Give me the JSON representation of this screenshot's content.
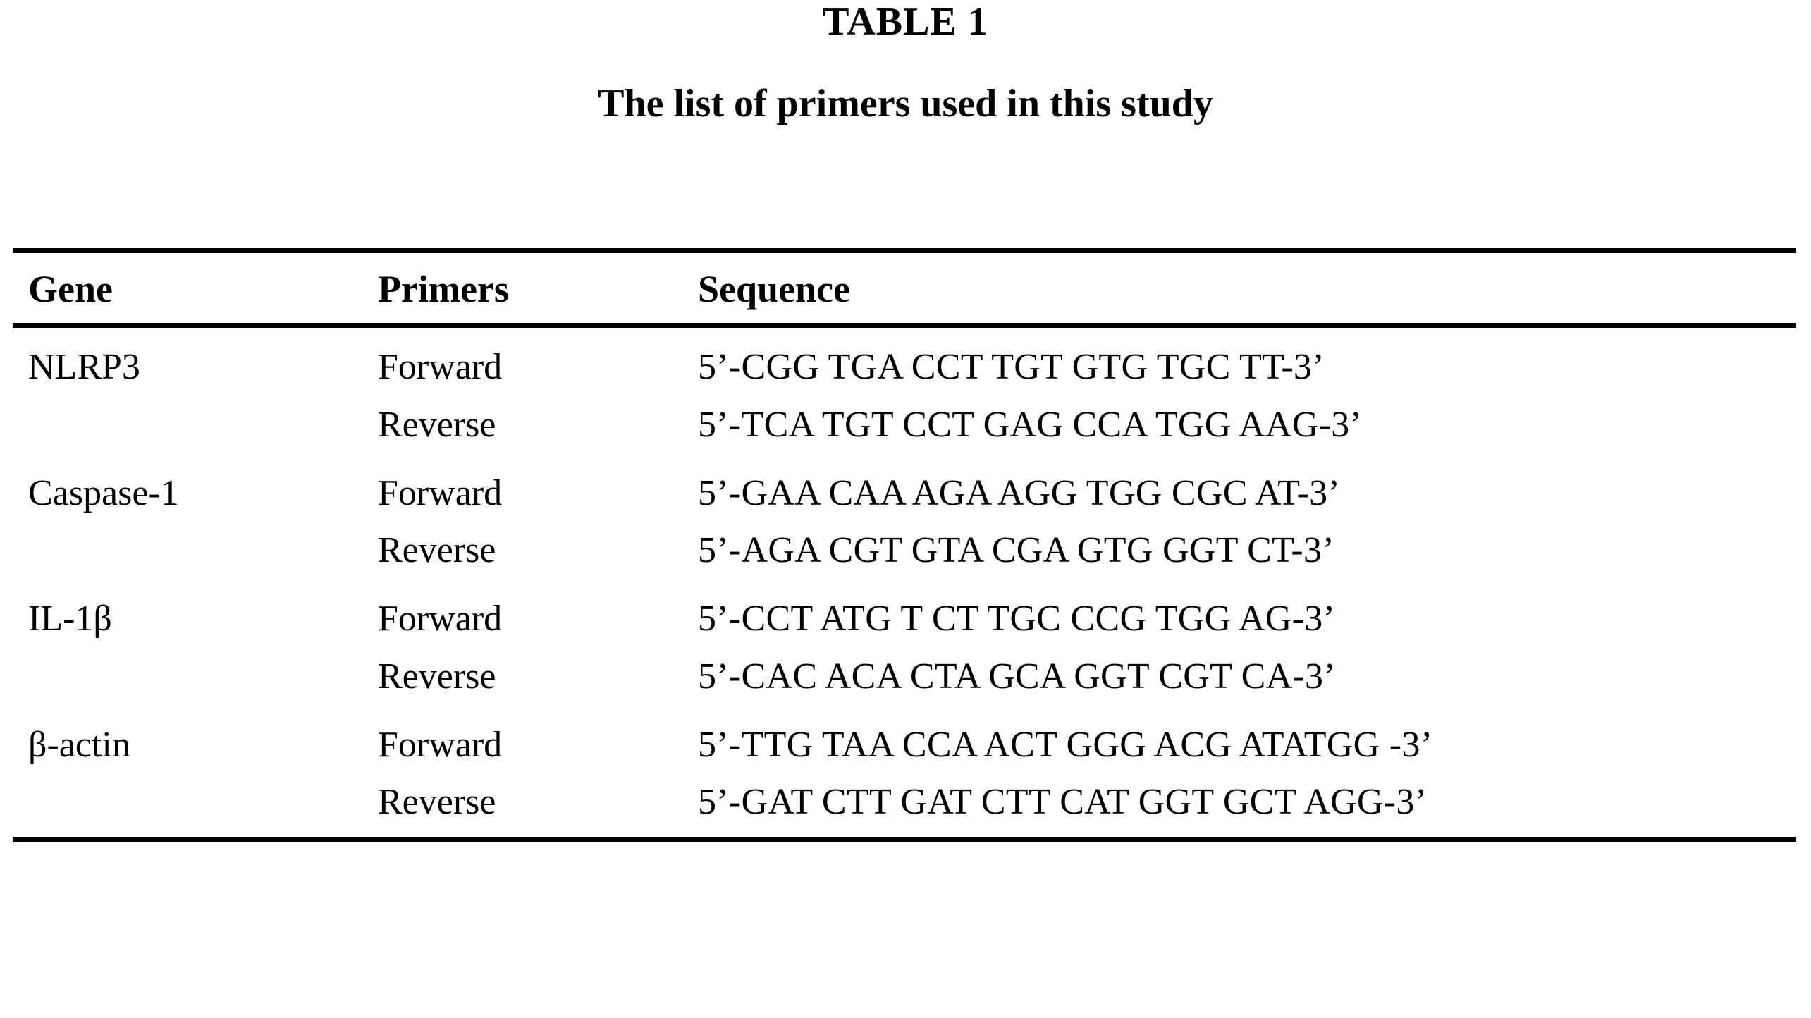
{
  "document": {
    "table_number": "TABLE 1",
    "caption": "The list of primers used in this study"
  },
  "table": {
    "columns": [
      {
        "key": "gene",
        "label": "Gene"
      },
      {
        "key": "primers",
        "label": "Primers"
      },
      {
        "key": "sequence",
        "label": "Sequence"
      }
    ],
    "rows": [
      {
        "gene": "NLRP3",
        "primers": "Forward",
        "sequence": "5’-CGG TGA CCT TGT GTG TGC TT-3’"
      },
      {
        "gene": "",
        "primers": "Reverse",
        "sequence": "5’-TCA TGT CCT GAG CCA TGG AAG-3’"
      },
      {
        "gene": "Caspase-1",
        "primers": "Forward",
        "sequence": "5’-GAA CAA AGA AGG TGG CGC AT-3’"
      },
      {
        "gene": "",
        "primers": "Reverse",
        "sequence": "5’-AGA CGT GTA CGA GTG GGT CT-3’"
      },
      {
        "gene": "IL-1β",
        "primers": "Forward",
        "sequence": "5’-CCT ATG T CT TGC CCG TGG AG-3’"
      },
      {
        "gene": "",
        "primers": "Reverse",
        "sequence": "5’-CAC ACA CTA GCA GGT CGT CA-3’"
      },
      {
        "gene": "β-actin",
        "primers": "Forward",
        "sequence": "5’-TTG TAA CCA ACT GGG ACG ATATGG -3’"
      },
      {
        "gene": "",
        "primers": "Reverse",
        "sequence": "5’-GAT CTT GAT CTT CAT GGT GCT AGG-3’"
      }
    ]
  },
  "style": {
    "text_color": "#000000",
    "background_color": "#ffffff",
    "rule_color": "#000000"
  }
}
